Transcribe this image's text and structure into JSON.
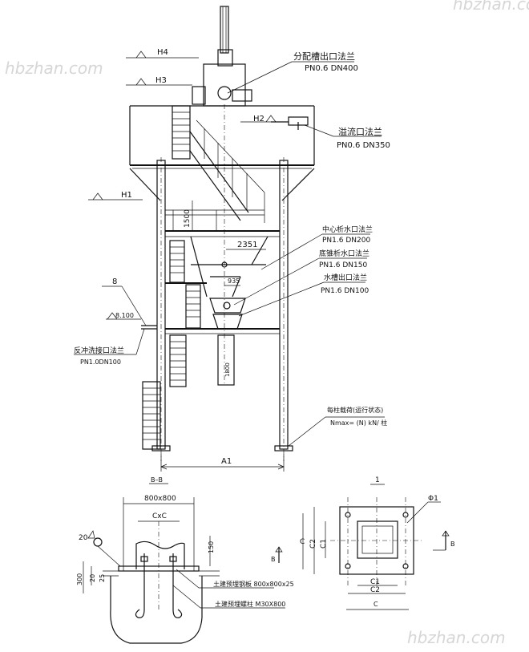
{
  "elevation": {
    "levels": {
      "h4": "H4",
      "h3": "H3",
      "h2": "H2",
      "h1": "H1"
    },
    "dims": {
      "d1500": "1500",
      "d2351": "2351",
      "d935": "935",
      "d800": "1800",
      "a1": "A1"
    },
    "callouts": {
      "dist_flange": "分配槽出口法兰",
      "dist_flange_spec": "PN0.6  DN400",
      "overflow_flange": "溢流口法兰",
      "overflow_flange_spec": "PN0.6  DN350",
      "center_flange": "中心析水口法兰",
      "center_flange_spec": "PN1.6  DN200",
      "cone_flange": "底锥析水口法兰",
      "cone_flange_spec": "PN1.6  DN150",
      "tank_flange": "水槽出口法兰",
      "tank_flange_spec": "PN1.6    DN100",
      "detail_no": "8",
      "elev_8100": "8.100",
      "backwash_flange": "反冲洗接口法兰",
      "backwash_flange_spec": "PN1.0DN100",
      "load_title": "每柱载荷(运行状态)",
      "load_value": "Nmax= (N) kN/ 柱"
    }
  },
  "detail_bb": {
    "title": "B–B",
    "d800x800": "800x800",
    "cxc": "CxC",
    "d20": "20",
    "d150": "150",
    "d300": "300",
    "d25": "25",
    "plate_label": "土建预埋钢板 800x800x25",
    "bolt_label": "土建预埋螺柱 M30X800"
  },
  "detail_1": {
    "title": "1",
    "phi": "Φ1",
    "c": "C",
    "c1": "C1",
    "c2": "C2",
    "b": "B"
  },
  "watermark": "hbzhan.com"
}
